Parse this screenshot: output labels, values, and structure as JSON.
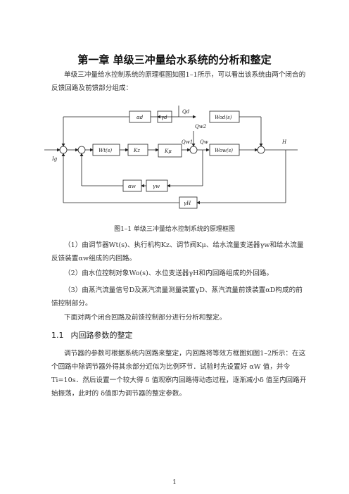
{
  "title": "第一章  单级三冲量给水系统的分析和整定",
  "intro": "单级三冲量给水控制系统的原理框图如图1–1所示，可以看出该系统由两个闭合的反馈回路及前馈部分组成：",
  "diagram": {
    "blocks": {
      "alpha_d": "αd",
      "gamma_d": "γd",
      "w_od": "Wod(s)",
      "wt": "Wt(s)",
      "kz": "Kz",
      "ku": "Kμ",
      "w_ow": "Wow(s)",
      "alpha_w": "αw",
      "gamma_w": "γw",
      "gamma_h": "γH"
    },
    "signals": {
      "qd": "Qd",
      "qw2": "Qw2",
      "qw1": "Qw1",
      "qw": "Qw",
      "h": "H",
      "ig": "Ig"
    }
  },
  "caption": "图1–1    单级三冲量给水控制系统的原理框图",
  "items": [
    "（1）由调节器Wt(s)、执行机构Kz、调节阀Kμ、给水流量变送器γw和给水流量反馈装置αw组成的内回路。",
    "（2）由水位控制对象Wo(s)、水位变送器γH和内回路组成的外回路。",
    "（3）由蒸汽流量信号D及蒸汽流量测量装置γD、蒸汽流量前馈装置αD构成的前馈控制部分。"
  ],
  "next_line": "下面对两个闭合回路及前馈控制部分进行分析和整定。",
  "section": {
    "number": "1.1",
    "title": "内回路参数的整定"
  },
  "body_text": "调节器的参数可根据系统内回路来整定，内回路将等效方框图如图1–2所示：在这个回路中除调节器外得其余部分近似为比例环节．试验时先设置好 αW 值，并令 Ti=10s．然后设置一个较大得 δ 值观察内回路得动态过程，逐渐减小δ 值至内回路开始振荡，此时的 δ值即为调节器的整定参数。",
  "page_number": "1"
}
